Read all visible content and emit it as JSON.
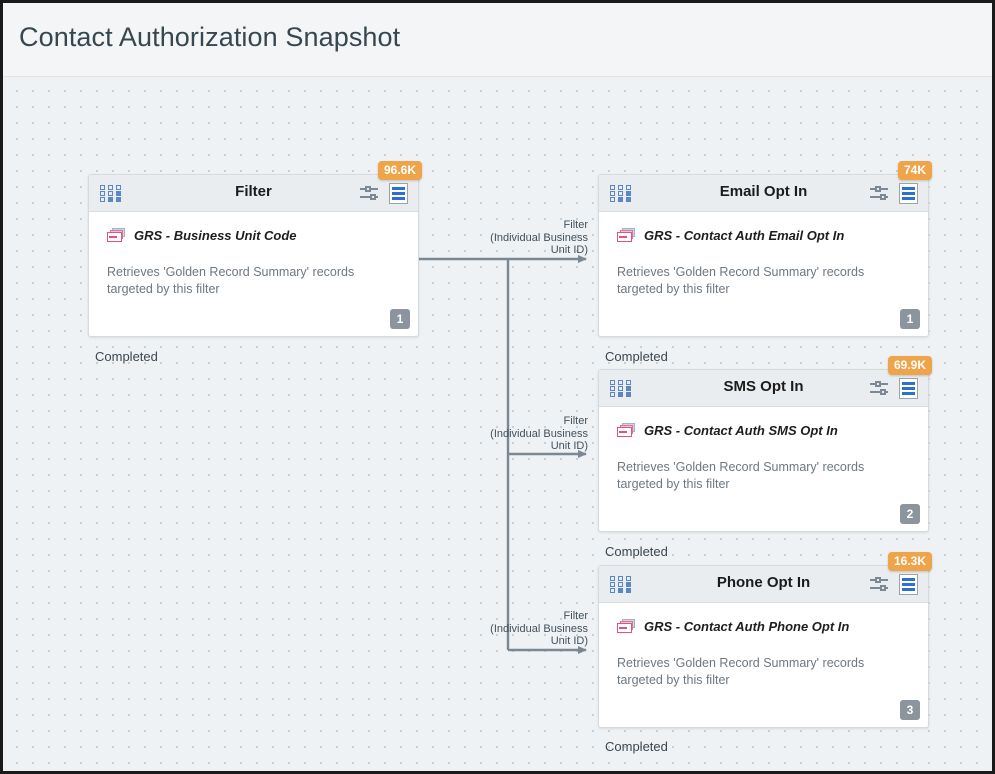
{
  "header": {
    "title": "Contact Authorization Snapshot"
  },
  "canvas": {
    "background_color": "#eef2f5",
    "dot_color": "#c3ccd3"
  },
  "colors": {
    "badge_orange": "#f0a44a",
    "seq_gray": "#8c959d",
    "header_gray": "#e9edf0",
    "title_text": "#37474f",
    "edge_line": "#7b8792"
  },
  "icons": {
    "grid": "grid-icon",
    "tune": "sliders-icon",
    "doc": "document-icon",
    "records": "records-stack-icon"
  },
  "nodes": [
    {
      "id": "filter",
      "title": "Filter",
      "count_badge": "96.6K",
      "dataset": "GRS - Business Unit Code",
      "description": "Retrieves 'Golden Record Summary' records targeted by this filter",
      "sequence": "1",
      "status": "Completed"
    },
    {
      "id": "email-opt-in",
      "title": "Email Opt In",
      "count_badge": "74K",
      "dataset": "GRS - Contact Auth Email Opt In",
      "description": "Retrieves 'Golden Record Summary' records targeted by this filter",
      "sequence": "1",
      "status": "Completed"
    },
    {
      "id": "sms-opt-in",
      "title": "SMS Opt In",
      "count_badge": "69.9K",
      "dataset": "GRS - Contact Auth SMS Opt In",
      "description": "Retrieves 'Golden Record Summary' records targeted by this filter",
      "sequence": "2",
      "status": "Completed"
    },
    {
      "id": "phone-opt-in",
      "title": "Phone Opt In",
      "count_badge": "16.3K",
      "dataset": "GRS - Contact Auth Phone Opt In",
      "description": "Retrieves 'Golden Record Summary' records targeted by this filter",
      "sequence": "3",
      "status": "Completed"
    }
  ],
  "edges": [
    {
      "id": "edge-to-email",
      "line1": "Filter",
      "line2": "(Individual Business",
      "line3": "Unit ID)"
    },
    {
      "id": "edge-to-sms",
      "line1": "Filter",
      "line2": "(Individual Business",
      "line3": "Unit ID)"
    },
    {
      "id": "edge-to-phone",
      "line1": "Filter",
      "line2": "(Individual Business",
      "line3": "Unit ID)"
    }
  ]
}
